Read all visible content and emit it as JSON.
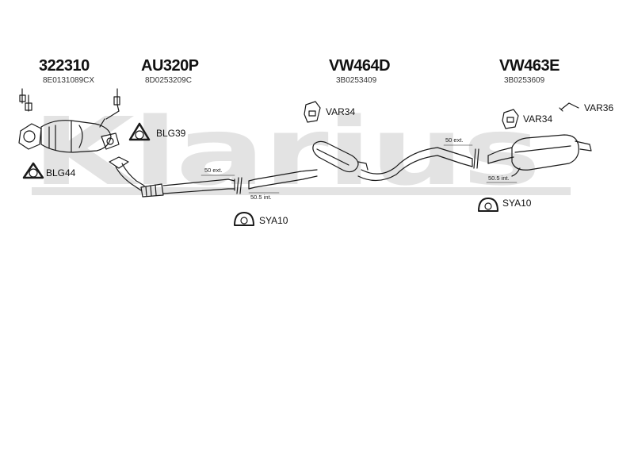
{
  "watermark": {
    "text": "Klarius"
  },
  "parts": [
    {
      "part_no": "322310",
      "oem": "8E0131089CX"
    },
    {
      "part_no": "AU320P",
      "oem": "8D0253209C"
    },
    {
      "part_no": "VW464D",
      "oem": "3B0253409"
    },
    {
      "part_no": "VW463E",
      "oem": "3B0253609"
    }
  ],
  "fittings": {
    "blg39": "BLG39",
    "blg44": "BLG44",
    "var34_front": "VAR34",
    "var34_rear": "VAR34",
    "var36": "VAR36",
    "sya10_front": "SYA10",
    "sya10_rear": "SYA10"
  },
  "dimensions": {
    "front_ext": "50 ext.",
    "front_int": "50.5 int.",
    "rear_ext": "50 ext.",
    "rear_int": "50.5 int."
  },
  "colors": {
    "line": "#1a1a1a",
    "watermark": "#e3e3e3",
    "background": "#ffffff"
  }
}
